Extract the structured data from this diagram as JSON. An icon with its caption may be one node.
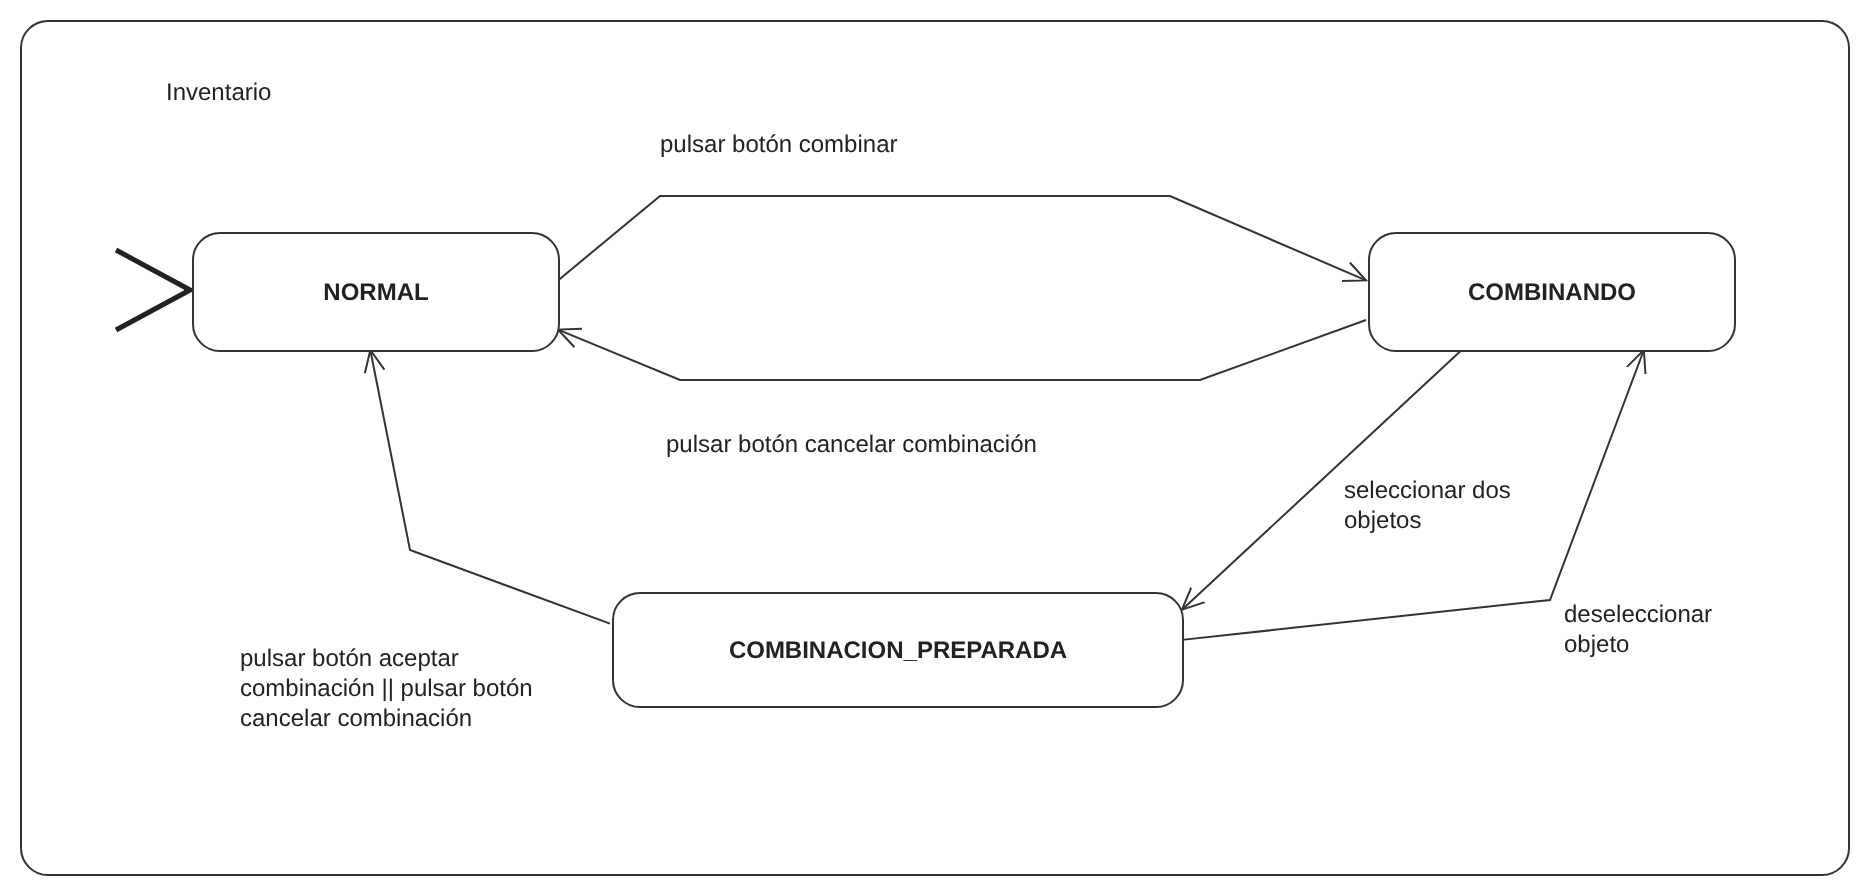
{
  "diagram": {
    "nodes": [
      {
        "text": [
          "Inventario"
        ]
      },
      {
        "text": [
          "NORMAL"
        ],
        "in": 0
      },
      {
        "text": [
          "COMBINANDO"
        ],
        "in": 0
      },
      {
        "text": [
          "COMBINACION_PREPARADA"
        ],
        "in": 0
      }
    ],
    "edges": [
      {
        "from": null,
        "to": 1,
        "arrow": "to"
      },
      {
        "from": 1,
        "to": 2,
        "arrow": "to",
        "label": "pulsar botón combinar"
      },
      {
        "from": 2,
        "to": 1,
        "arrow": "to",
        "label": "pulsar botón cancelar combinación"
      },
      {
        "from": 2,
        "to": 3,
        "arrow": "to",
        "label": "seleccionar dos objetos"
      },
      {
        "from": 3,
        "to": 2,
        "arrow": "to",
        "label": "deseleccionar objeto"
      },
      {
        "from": 3,
        "to": 1,
        "arrow": "to",
        "label": "pulsar botón aceptar combinación || pulsar botón cancelar combinación"
      }
    ]
  }
}
